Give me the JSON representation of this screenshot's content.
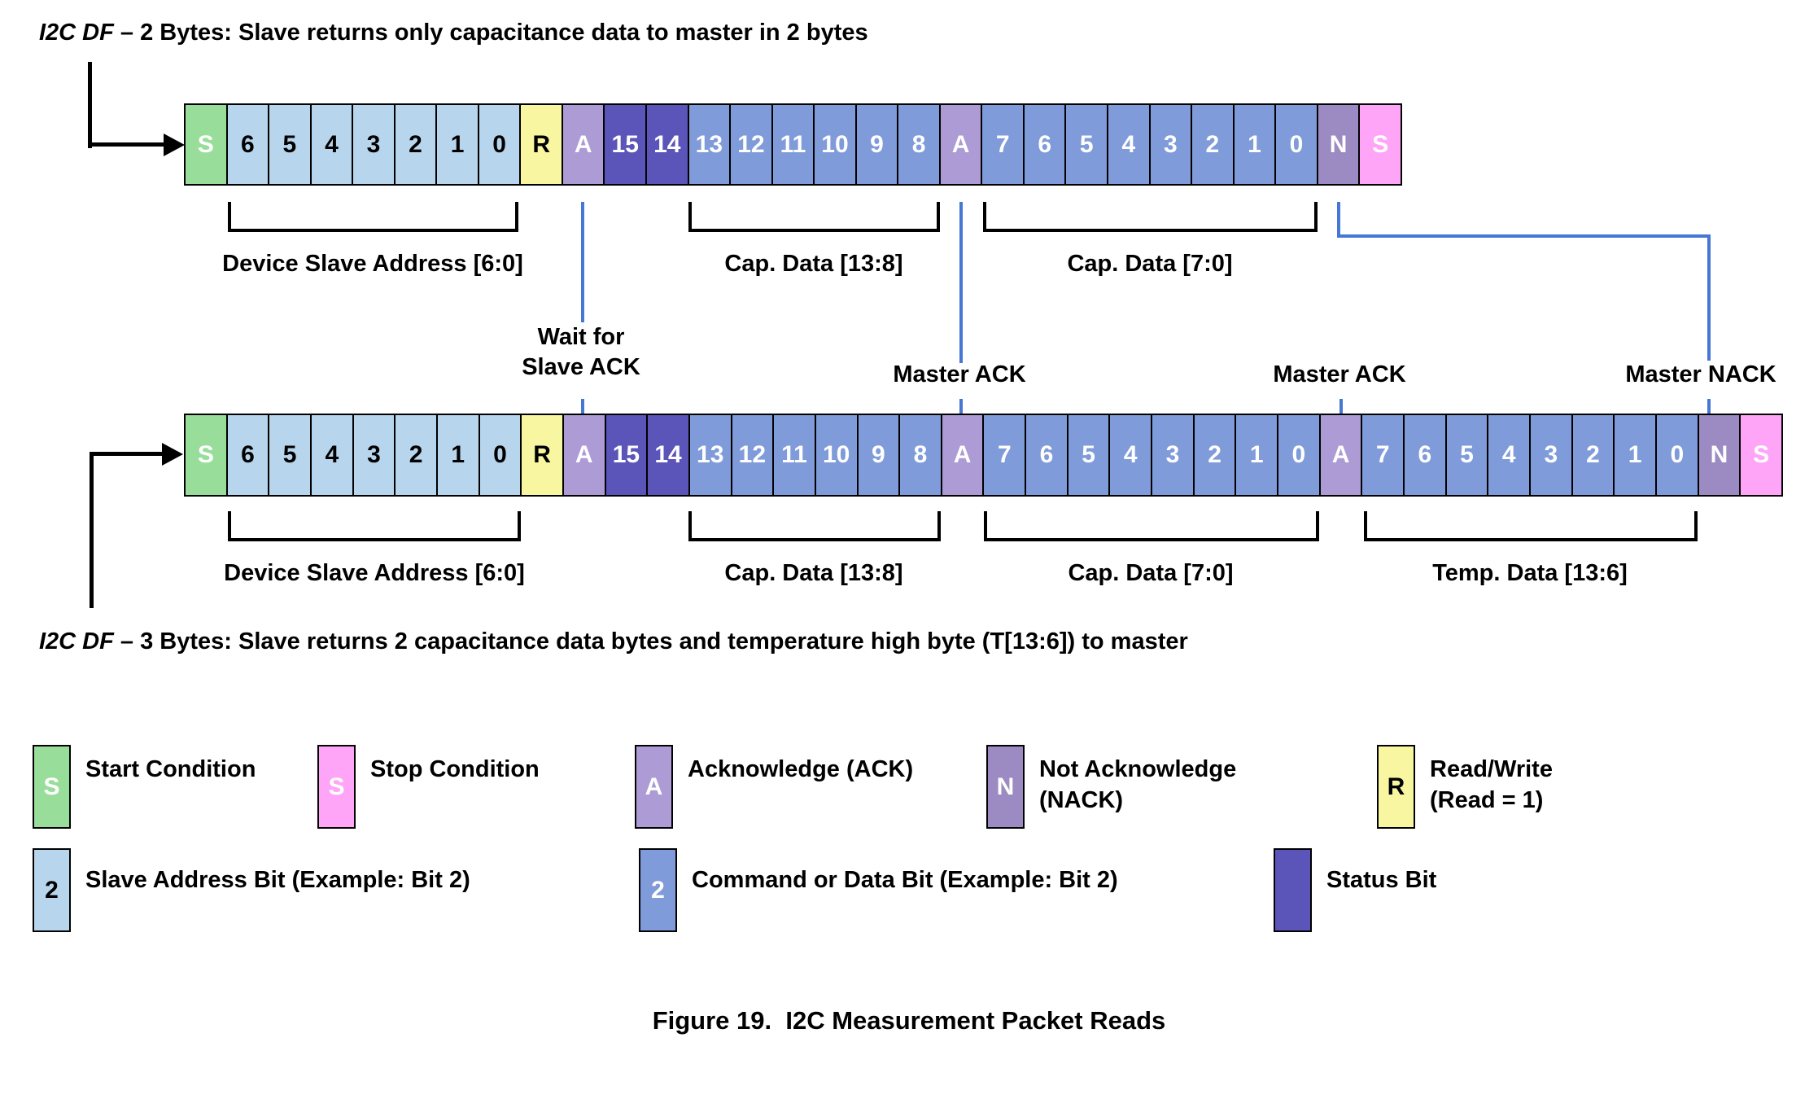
{
  "titles": {
    "top_italic": "I2C DF",
    "top_rest": " – 2 Bytes: Slave returns only capacitance data to master in 2 bytes",
    "bottom_italic": "I2C DF",
    "bottom_rest": " – 3 Bytes: Slave returns 2 capacitance data bytes and temperature high byte (T[13:6]) to master"
  },
  "caption": "Figure 19.  I2C Measurement Packet Reads",
  "colors": {
    "start_condition": "#98DE9A",
    "slave_address_bit": "#B7D5EC",
    "read_write": "#F8F6A0",
    "ack": "#AC9BD4",
    "status_bit": "#5C55B9",
    "command_or_data_bit": "#7F9BD9",
    "nack": "#9C8BC2",
    "stop_condition": "#FFA5F8",
    "connector_blue": "#4677D4"
  },
  "packet1": {
    "cells": [
      {
        "type": "start",
        "label": "S"
      },
      {
        "type": "addr",
        "label": "6"
      },
      {
        "type": "addr",
        "label": "5"
      },
      {
        "type": "addr",
        "label": "4"
      },
      {
        "type": "addr",
        "label": "3"
      },
      {
        "type": "addr",
        "label": "2"
      },
      {
        "type": "addr",
        "label": "1"
      },
      {
        "type": "addr",
        "label": "0"
      },
      {
        "type": "rw",
        "label": "R"
      },
      {
        "type": "ack",
        "label": "A"
      },
      {
        "type": "status",
        "label": "15"
      },
      {
        "type": "status",
        "label": "14"
      },
      {
        "type": "data",
        "label": "13"
      },
      {
        "type": "data",
        "label": "12"
      },
      {
        "type": "data",
        "label": "11"
      },
      {
        "type": "data",
        "label": "10"
      },
      {
        "type": "data",
        "label": "9"
      },
      {
        "type": "data",
        "label": "8"
      },
      {
        "type": "ack",
        "label": "A"
      },
      {
        "type": "data",
        "label": "7"
      },
      {
        "type": "data",
        "label": "6"
      },
      {
        "type": "data",
        "label": "5"
      },
      {
        "type": "data",
        "label": "4"
      },
      {
        "type": "data",
        "label": "3"
      },
      {
        "type": "data",
        "label": "2"
      },
      {
        "type": "data",
        "label": "1"
      },
      {
        "type": "data",
        "label": "0"
      },
      {
        "type": "nack",
        "label": "N"
      },
      {
        "type": "stop",
        "label": "S"
      }
    ],
    "brackets": {
      "b1": "Device Slave Address [6:0]",
      "b2": "Cap. Data [13:8]",
      "b3": "Cap. Data [7:0]"
    }
  },
  "packet2": {
    "cells": [
      {
        "type": "start",
        "label": "S"
      },
      {
        "type": "addr",
        "label": "6"
      },
      {
        "type": "addr",
        "label": "5"
      },
      {
        "type": "addr",
        "label": "4"
      },
      {
        "type": "addr",
        "label": "3"
      },
      {
        "type": "addr",
        "label": "2"
      },
      {
        "type": "addr",
        "label": "1"
      },
      {
        "type": "addr",
        "label": "0"
      },
      {
        "type": "rw",
        "label": "R"
      },
      {
        "type": "ack",
        "label": "A"
      },
      {
        "type": "status",
        "label": "15"
      },
      {
        "type": "status",
        "label": "14"
      },
      {
        "type": "data",
        "label": "13"
      },
      {
        "type": "data",
        "label": "12"
      },
      {
        "type": "data",
        "label": "11"
      },
      {
        "type": "data",
        "label": "10"
      },
      {
        "type": "data",
        "label": "9"
      },
      {
        "type": "data",
        "label": "8"
      },
      {
        "type": "ack",
        "label": "A"
      },
      {
        "type": "data",
        "label": "7"
      },
      {
        "type": "data",
        "label": "6"
      },
      {
        "type": "data",
        "label": "5"
      },
      {
        "type": "data",
        "label": "4"
      },
      {
        "type": "data",
        "label": "3"
      },
      {
        "type": "data",
        "label": "2"
      },
      {
        "type": "data",
        "label": "1"
      },
      {
        "type": "data",
        "label": "0"
      },
      {
        "type": "ack",
        "label": "A"
      },
      {
        "type": "data",
        "label": "7"
      },
      {
        "type": "data",
        "label": "6"
      },
      {
        "type": "data",
        "label": "5"
      },
      {
        "type": "data",
        "label": "4"
      },
      {
        "type": "data",
        "label": "3"
      },
      {
        "type": "data",
        "label": "2"
      },
      {
        "type": "data",
        "label": "1"
      },
      {
        "type": "data",
        "label": "0"
      },
      {
        "type": "nack",
        "label": "N"
      },
      {
        "type": "stop",
        "label": "S"
      }
    ],
    "brackets": {
      "b1": "Device Slave Address [6:0]",
      "b2": "Cap. Data [13:8]",
      "b3": "Cap. Data [7:0]",
      "b4": "Temp. Data [13:6]"
    }
  },
  "callouts": {
    "wait_slave_ack": "Wait for\nSlave ACK",
    "master_ack_1": "Master ACK",
    "master_ack_2": "Master ACK",
    "master_nack": "Master NACK"
  },
  "legend": {
    "row1": [
      {
        "letter": "S",
        "type": "start",
        "label": "Start Condition"
      },
      {
        "letter": "S",
        "type": "stop",
        "label": "Stop Condition"
      },
      {
        "letter": "A",
        "type": "ack",
        "label": "Acknowledge (ACK)"
      },
      {
        "letter": "N",
        "type": "nack",
        "label": "Not Acknowledge\n(NACK)"
      },
      {
        "letter": "R",
        "type": "rw",
        "label": "Read/Write\n(Read = 1)"
      }
    ],
    "row2": [
      {
        "letter": "2",
        "type": "addr",
        "label": "Slave Address Bit (Example: Bit 2)"
      },
      {
        "letter": "2",
        "type": "data",
        "label": "Command or Data Bit (Example: Bit 2)"
      },
      {
        "letter": "",
        "type": "status",
        "label": "Status Bit"
      }
    ]
  }
}
